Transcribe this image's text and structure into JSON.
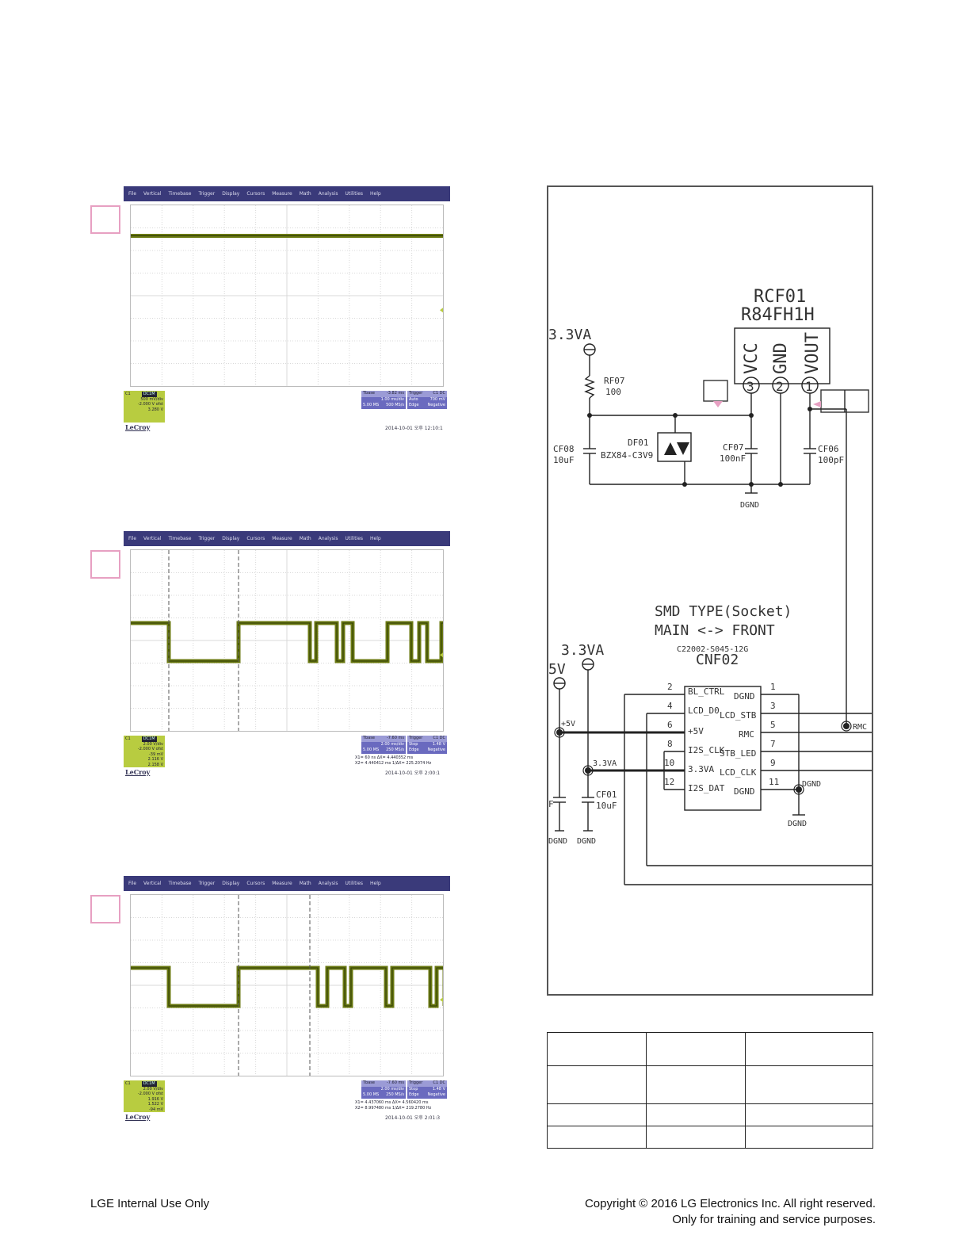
{
  "scope": {
    "menu": [
      "File",
      "Vertical",
      "Timebase",
      "Trigger",
      "Display",
      "Cursors",
      "Measure",
      "Math",
      "Analysis",
      "Utilities",
      "Help"
    ],
    "brand": "LeCroy",
    "panels": [
      {
        "channel": "C1",
        "coupling": "DC1M",
        "info": [
          "500 mV/div",
          "-2.000 V ofst"
        ],
        "readout": "3.280 V",
        "tbase_hdr": [
          "Tbase",
          "-3.82 ms",
          "Trigger",
          "C1 DC"
        ],
        "tbase_r1": [
          "",
          "1.00 ms/div",
          "Auto",
          "700 mV"
        ],
        "tbase_r2": [
          "5.00 MS",
          "500 MS/s",
          "Edge",
          "Negative"
        ],
        "cursors": [],
        "timestamp": "2014-10-01 오후 12:10:1"
      },
      {
        "channel": "C1",
        "coupling": "DC1M",
        "info": [
          "2.00 V/div",
          "-2.000 V ofst",
          "-39 mV",
          "2.116 V",
          "2.158 V"
        ],
        "readout": "",
        "tbase_hdr": [
          "Tbase",
          "-7.60 ms",
          "Trigger",
          "C1 DC"
        ],
        "tbase_r1": [
          "",
          "2.00 ms/div",
          "Stop",
          "1.48 V"
        ],
        "tbase_r2": [
          "5.00 MS",
          "250 MS/s",
          "Edge",
          "Negative"
        ],
        "cursors": [
          "X1=      60 ns    ΔX=  4.440352 ms",
          "X2=  4.440412 ms  1/ΔX=  225.2074 Hz"
        ],
        "timestamp": "2014-10-01 오후 2:00:1"
      },
      {
        "channel": "C1",
        "coupling": "DC1M",
        "info": [
          "2.00 V/div",
          "-2.000 V ofst",
          "1.916 V",
          "1.522 V",
          "-94 mV"
        ],
        "readout": "",
        "tbase_hdr": [
          "Tbase",
          "-7.60 ms",
          "Trigger",
          "C1 DC"
        ],
        "tbase_r1": [
          "",
          "2.00 ms/div",
          "Stop",
          "1.48 V"
        ],
        "tbase_r2": [
          "5.00 MS",
          "250 MS/s",
          "Edge",
          "Negative"
        ],
        "cursors": [
          "X1=  4.437060 ms    ΔX=  4.560420 ms",
          "X2=  8.997480 ms  1/ΔX=  219.2780 Hz"
        ],
        "timestamp": "2014-10-01 오후 2:01:3"
      }
    ]
  },
  "schematic": {
    "rcf_ref": "RCF01",
    "rcf_part": "R84FH1H",
    "pin_vcc": "VCC",
    "pin_gnd": "GND",
    "pin_vout": "VOUT",
    "pin1": "1",
    "pin2": "2",
    "pin3": "3",
    "rail_33va_top": "3.3VA",
    "rf07_ref": "RF07",
    "rf07_val": "100",
    "cf08_ref": "CF08",
    "cf08_val": "10uF",
    "df01_ref": "DF01",
    "df01_val": "BZX84-C3V9",
    "cf07_ref": "CF07",
    "cf07_val": "100nF",
    "cf06_ref": "CF06",
    "cf06_val": "100pF",
    "dgnd": "DGND",
    "smd_title1": "SMD TYPE(Socket)",
    "smd_title2": "MAIN <-> FRONT",
    "cnf_part": "C22002-S045-12G",
    "cnf_ref": "CNF02",
    "rail_33va": "3.3VA",
    "rail_5v": "5V",
    "net_p5v": "+5V",
    "net_33va": "3.3VA",
    "cf01_ref": "CF01",
    "cf01_val": "10uF",
    "cf_left_val": "F",
    "rmc_net": "RMC",
    "left_pins": [
      {
        "num": "2",
        "name": "BL_CTRL"
      },
      {
        "num": "4",
        "name": "LCD_D0"
      },
      {
        "num": "6",
        "name": "+5V"
      },
      {
        "num": "8",
        "name": "I2S_CLK"
      },
      {
        "num": "10",
        "name": "3.3VA"
      },
      {
        "num": "12",
        "name": "I2S_DAT"
      }
    ],
    "right_pins": [
      {
        "num": "1",
        "name": "DGND"
      },
      {
        "num": "3",
        "name": "LCD_STB"
      },
      {
        "num": "5",
        "name": "RMC"
      },
      {
        "num": "7",
        "name": "STB_LED"
      },
      {
        "num": "9",
        "name": "LCD_CLK"
      },
      {
        "num": "11",
        "name": "DGND"
      }
    ]
  },
  "footer": {
    "left": "LGE Internal Use Only",
    "right1": "Copyright © 2016 LG Electronics Inc. All right reserved.",
    "right2": "Only for training and service purposes."
  }
}
